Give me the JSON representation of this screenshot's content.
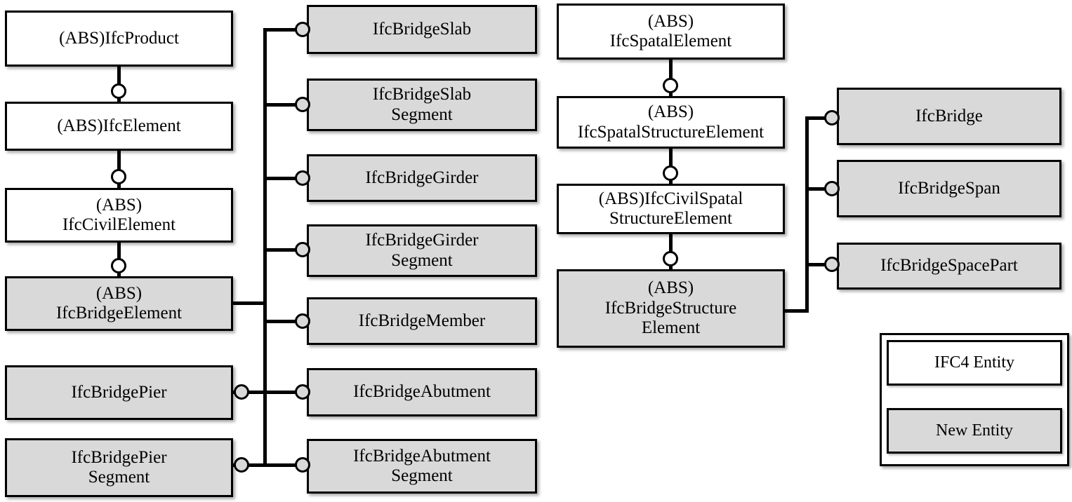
{
  "diagram": {
    "title": "IFC Bridge Entity Inheritance Diagram",
    "colors": {
      "new_entity_fill": "#d9d9d9",
      "ifc4_entity_fill": "#ffffff",
      "stroke": "#000000"
    },
    "left_chain": [
      {
        "label": "(ABS)IfcProduct",
        "kind": "ifc4"
      },
      {
        "label": "(ABS)IfcElement",
        "kind": "ifc4"
      },
      {
        "label": "(ABS)\nIfcCivilElement",
        "kind": "ifc4"
      },
      {
        "label": "(ABS)\nIfcBridgeElement",
        "kind": "new"
      }
    ],
    "left_extra": [
      {
        "label": "IfcBridgePier",
        "kind": "new"
      },
      {
        "label": "IfcBridgePier\nSegment",
        "kind": "new"
      }
    ],
    "bridge_element_subtypes": [
      {
        "label": "IfcBridgeSlab",
        "kind": "new"
      },
      {
        "label": "IfcBridgeSlab\nSegment",
        "kind": "new"
      },
      {
        "label": "IfcBridgeGirder",
        "kind": "new"
      },
      {
        "label": "IfcBridgeGirder\nSegment",
        "kind": "new"
      },
      {
        "label": "IfcBridgeMember",
        "kind": "new"
      },
      {
        "label": "IfcBridgeAbutment",
        "kind": "new"
      },
      {
        "label": "IfcBridgeAbutment\nSegment",
        "kind": "new"
      }
    ],
    "spatial_chain": [
      {
        "label": "(ABS)\nIfcSpatalElement",
        "kind": "ifc4"
      },
      {
        "label": "(ABS)\nIfcSpatalStructureElement",
        "kind": "ifc4"
      },
      {
        "label": "(ABS)IfcCivilSpatal\nStructureElement",
        "kind": "ifc4"
      },
      {
        "label": "(ABS)\nIfcBridgeStructure\nElement",
        "kind": "new"
      }
    ],
    "bridge_structure_subtypes": [
      {
        "label": "IfcBridge",
        "kind": "new"
      },
      {
        "label": "IfcBridgeSpan",
        "kind": "new"
      },
      {
        "label": "IfcBridgeSpacePart",
        "kind": "new"
      }
    ],
    "legend": {
      "ifc4_label": "IFC4 Entity",
      "new_label": "New Entity"
    }
  }
}
